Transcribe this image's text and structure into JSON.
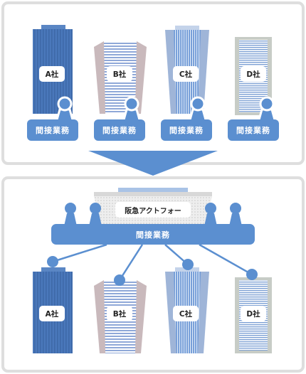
{
  "top": {
    "companies": [
      {
        "label": "A社",
        "dept": "間接業務"
      },
      {
        "label": "B社",
        "dept": "間接業務"
      },
      {
        "label": "C社",
        "dept": "間接業務"
      },
      {
        "label": "D社",
        "dept": "間接業務"
      }
    ]
  },
  "bottom": {
    "hub_label": "阪急アクトフォー",
    "shared_dept": "間接業務",
    "companies": [
      {
        "label": "A社"
      },
      {
        "label": "B社"
      },
      {
        "label": "C社"
      },
      {
        "label": "D社"
      }
    ]
  },
  "colors": {
    "blue": "#5b8fd0",
    "light_blue": "#a9c3e6",
    "building_a": "#4a78bb",
    "building_b_side": "#c9b9bc",
    "building_c_side": "#9fb5d8",
    "building_d_frame": "#c7ccc6",
    "panel_border": "#dedede"
  }
}
